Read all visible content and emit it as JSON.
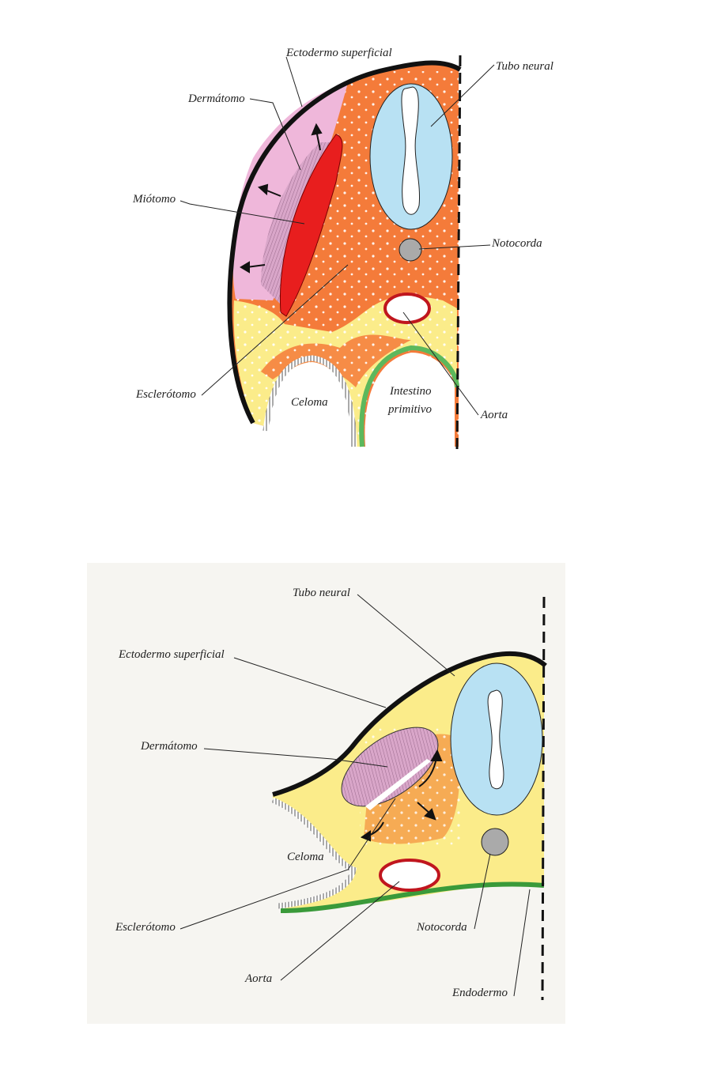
{
  "figure_top": {
    "labels": {
      "ectodermo": "Ectodermo superficial",
      "tubo_neural": "Tubo neural",
      "dermatomo": "Dermátomo",
      "miotomo": "Miótomo",
      "notocorda": "Notocorda",
      "esclerotomo": "Esclerótomo",
      "celoma": "Celoma",
      "intestino_1": "Intestino",
      "intestino_2": "primitivo",
      "aorta": "Aorta"
    }
  },
  "figure_bottom": {
    "labels": {
      "tubo_neural": "Tubo neural",
      "ectodermo": "Ectodermo superficial",
      "dermatomo": "Dermátomo",
      "celoma": "Celoma",
      "esclerotomo": "Esclerótomo",
      "notocorda": "Notocorda",
      "aorta": "Aorta",
      "endodermo": "Endodermo"
    }
  },
  "colors": {
    "orange": "#f47b3a",
    "yellow": "#fbec8a",
    "pink": "#efb7da",
    "red": "#e81e1e",
    "blue": "#b8e1f3",
    "green": "#5cb85c",
    "lilac": "#c98fb7"
  }
}
